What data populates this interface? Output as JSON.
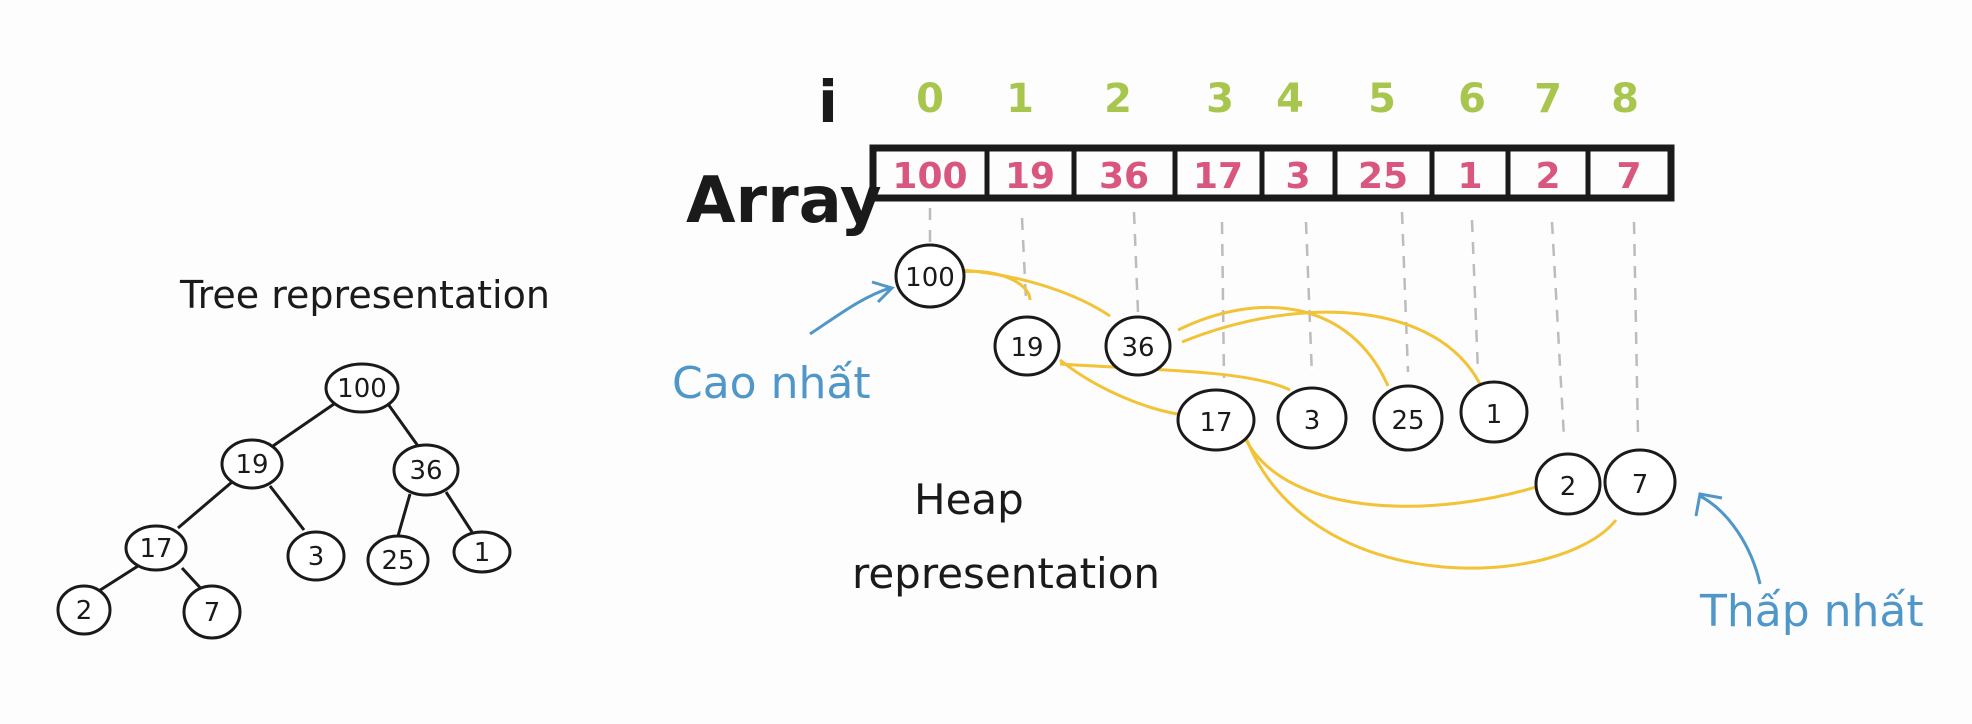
{
  "labels": {
    "index": "i",
    "array": "Array",
    "tree_title": "Tree representation",
    "heap_title_line1": "Heap",
    "heap_title_line2": "representation",
    "highest": "Cao nhất",
    "lowest": "Thấp nhất"
  },
  "array": {
    "indices": [
      "0",
      "1",
      "2",
      "3",
      "4",
      "5",
      "6",
      "7",
      "8"
    ],
    "values": [
      "100",
      "19",
      "36",
      "17",
      "3",
      "25",
      "1",
      "2",
      "7"
    ]
  },
  "tree": {
    "nodes": [
      "100",
      "19",
      "36",
      "17",
      "3",
      "25",
      "1",
      "2",
      "7"
    ]
  },
  "heap": {
    "nodes": [
      "100",
      "19",
      "36",
      "17",
      "3",
      "25",
      "1",
      "2",
      "7"
    ]
  },
  "colors": {
    "index": "#a8c64e",
    "array_value": "#d9577e",
    "link": "#f2c237",
    "annotation": "#4f97c9",
    "ink": "#1a1a1a"
  }
}
